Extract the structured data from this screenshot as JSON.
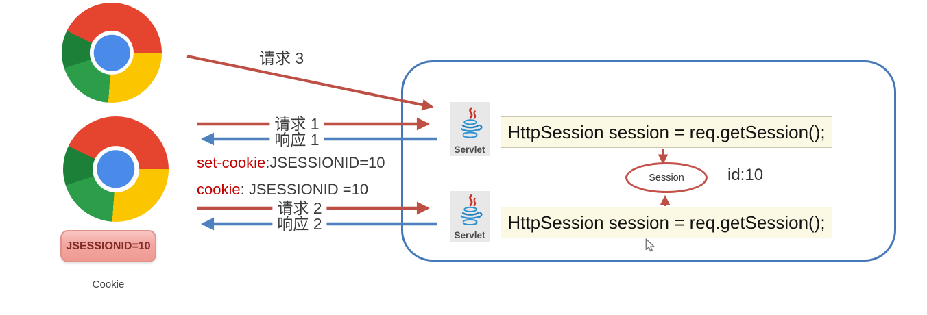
{
  "browsers": {
    "top": {
      "icon": "chrome"
    },
    "bottom": {
      "icon": "chrome"
    }
  },
  "flows": {
    "request3": {
      "label": "请求 3"
    },
    "request1": {
      "label": "请求 1"
    },
    "response1": {
      "label": "响应 1"
    },
    "request2": {
      "label": "请求 2"
    },
    "response2": {
      "label": "响应 2"
    }
  },
  "cookie_headers": {
    "set_cookie": {
      "key": "set-cookie",
      "rest": ":JSESSIONID=10"
    },
    "cookie": {
      "key": "cookie",
      "rest": ": JSESSIONID =10"
    }
  },
  "cookie_store": {
    "value": "JSESSIONID=10",
    "caption": "Cookie"
  },
  "server": {
    "servlet1": {
      "label": "Servlet"
    },
    "servlet2": {
      "label": "Servlet"
    },
    "code1": {
      "text": "HttpSession session = req.getSession();"
    },
    "code2": {
      "text": "HttpSession session = req.getSession();"
    },
    "session": {
      "label": "Session",
      "id": "id:10"
    }
  },
  "colors": {
    "request_arrow": "#be4f44",
    "response_arrow": "#4e81bd",
    "server_border": "#4677b6",
    "code_box_bg": "#fbf9e4",
    "cookie_box_bg": "#f3a59f",
    "session_ellipse_border": "#c4524a",
    "header_key_text": "#c00000",
    "body_text": "#3b3b3b"
  }
}
